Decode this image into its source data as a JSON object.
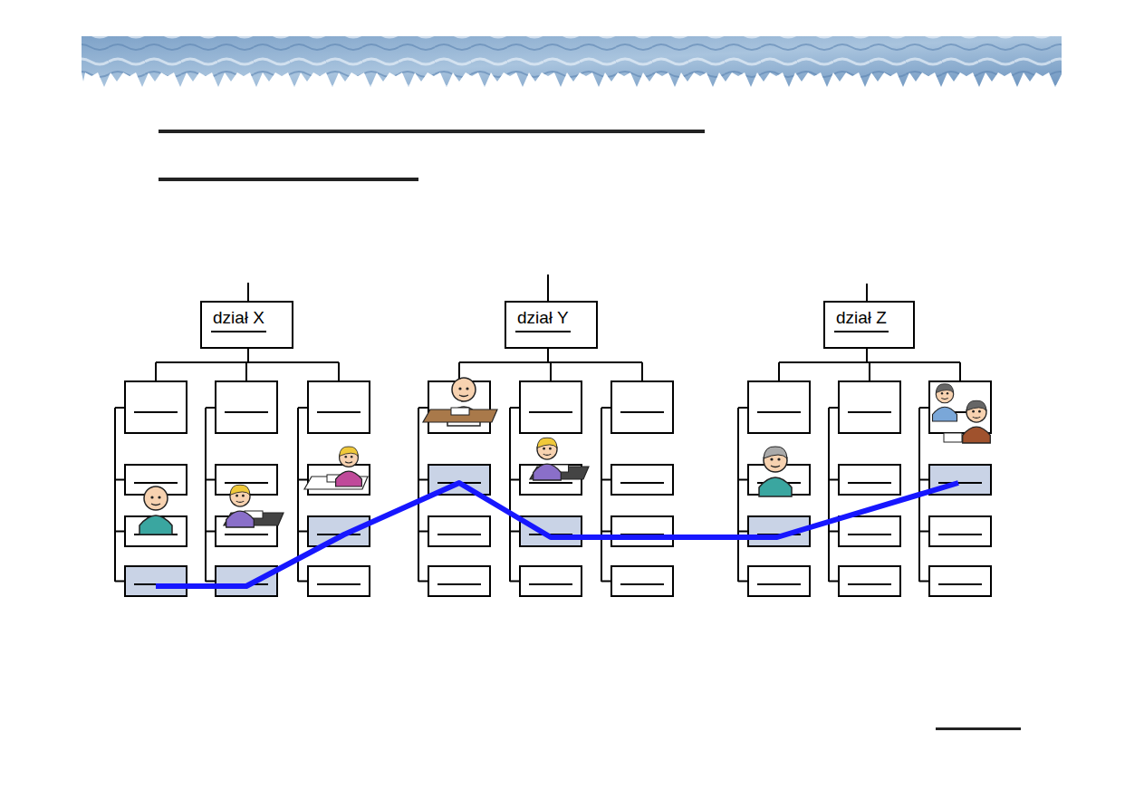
{
  "diagram": {
    "nodes": [
      {
        "text": [
          "dział X"
        ]
      },
      {
        "text": [
          "dział Y"
        ]
      },
      {
        "text": [
          "dział Z"
        ]
      }
    ]
  }
}
